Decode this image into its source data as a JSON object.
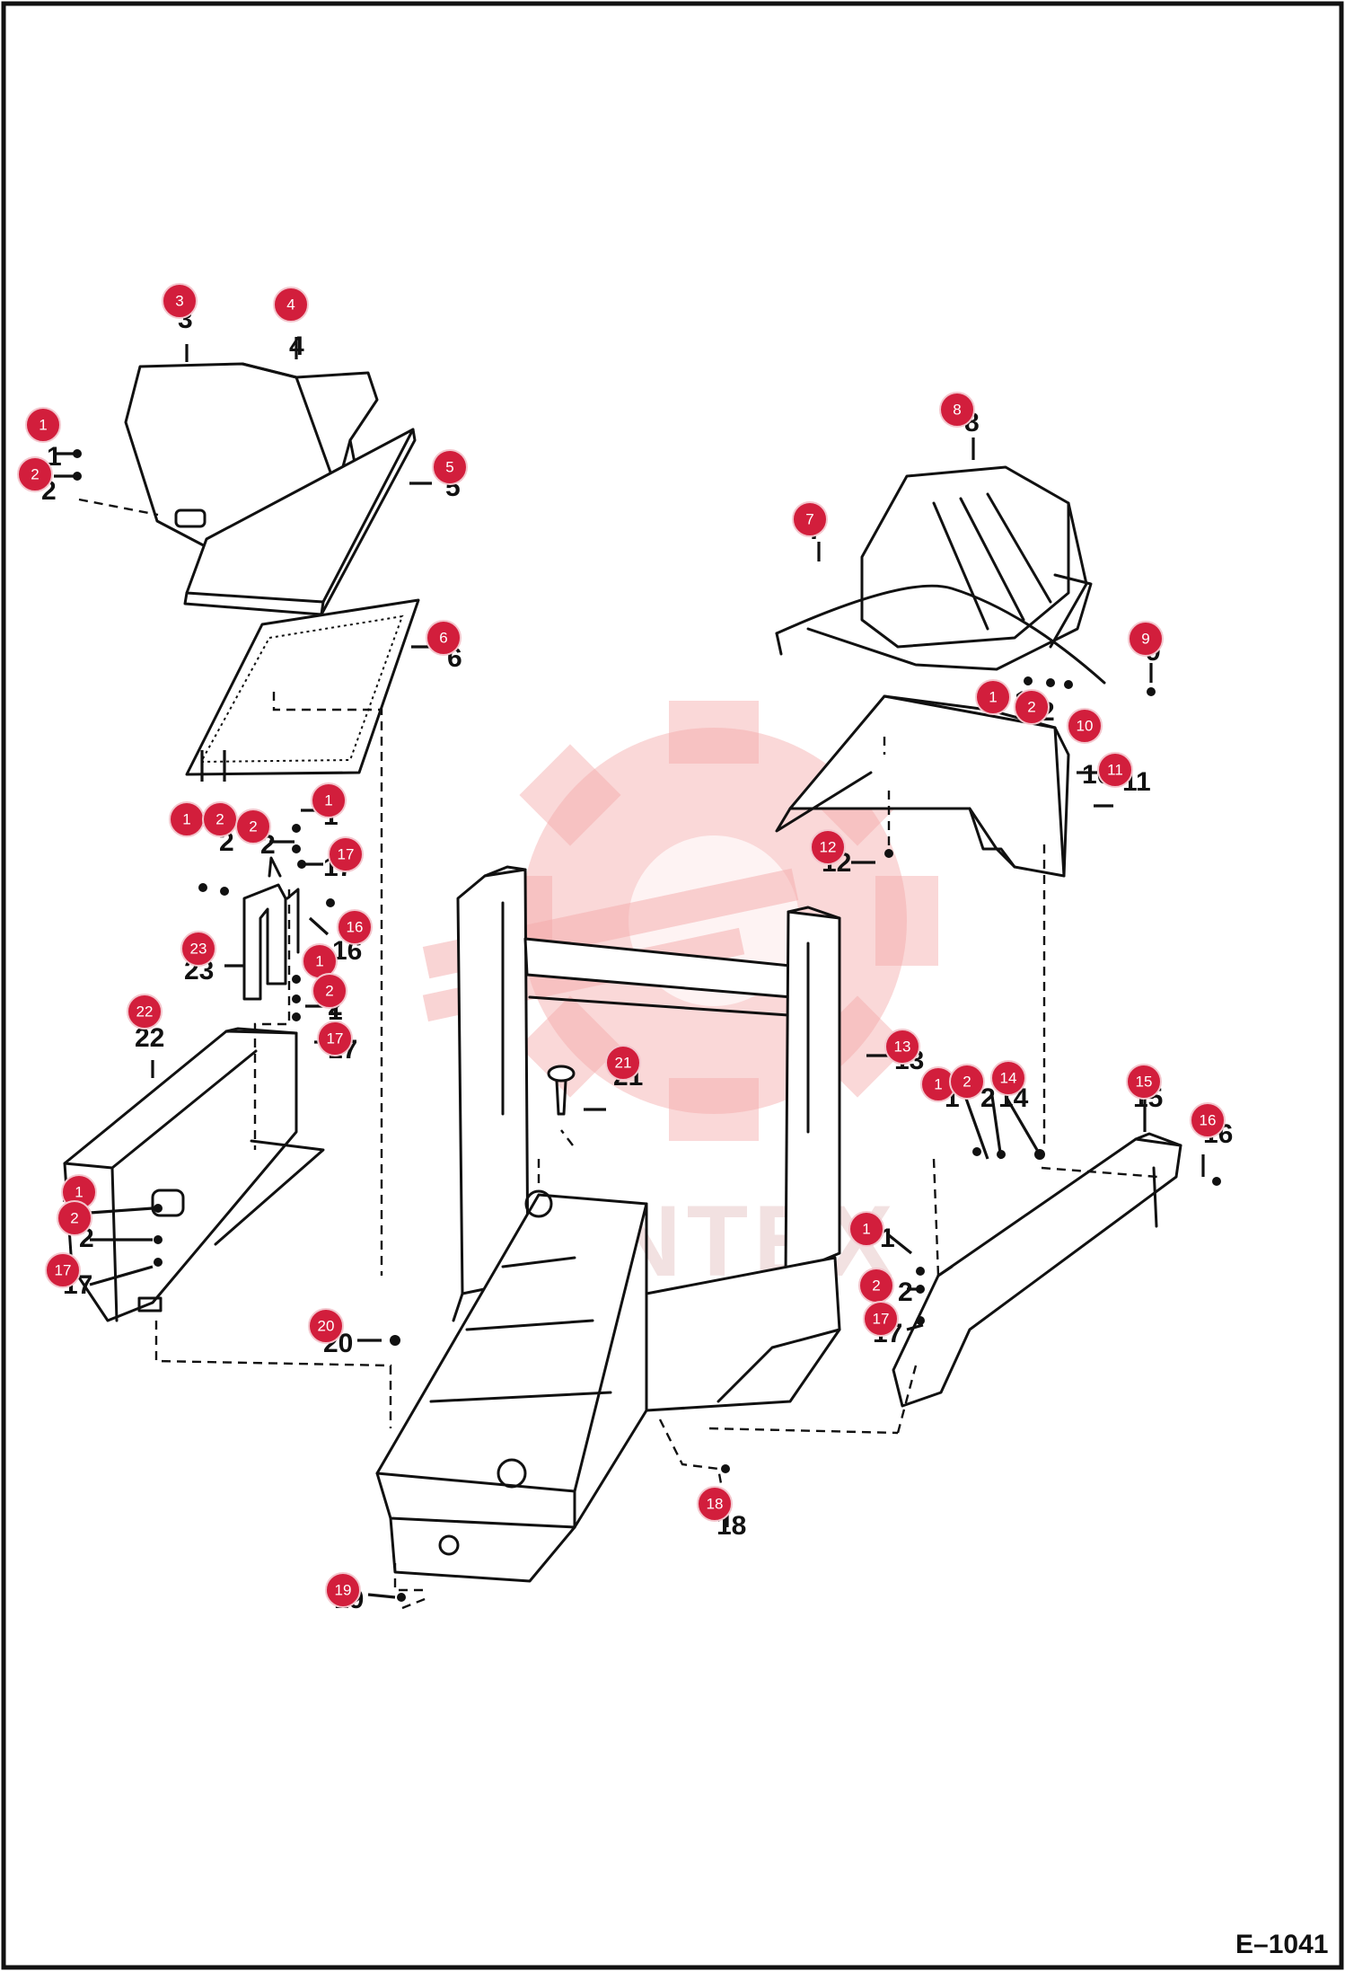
{
  "figure_code": "E–1041",
  "watermark": "VINTEX",
  "part_labels": [
    "1",
    "2",
    "2",
    "1",
    "2",
    "2",
    "1",
    "17",
    "16",
    "23",
    "1",
    "2",
    "17",
    "22",
    "1",
    "2",
    "17",
    "20",
    "3",
    "4",
    "5",
    "6",
    "8",
    "7",
    "9",
    "1",
    "2",
    "10",
    "11",
    "12",
    "13",
    "21",
    "1",
    "2",
    "14",
    "15",
    "16",
    "1",
    "2",
    "17",
    "18",
    "19"
  ],
  "badges": [
    "3",
    "4",
    "1",
    "2",
    "5",
    "6",
    "8",
    "7",
    "9",
    "1",
    "2",
    "10",
    "11",
    "1",
    "2",
    "2",
    "1",
    "17",
    "12",
    "16",
    "23",
    "1",
    "2",
    "17",
    "22",
    "13",
    "21",
    "1",
    "2",
    "14",
    "15",
    "16",
    "1",
    "2",
    "17",
    "1",
    "2",
    "17",
    "20",
    "18",
    "19"
  ]
}
